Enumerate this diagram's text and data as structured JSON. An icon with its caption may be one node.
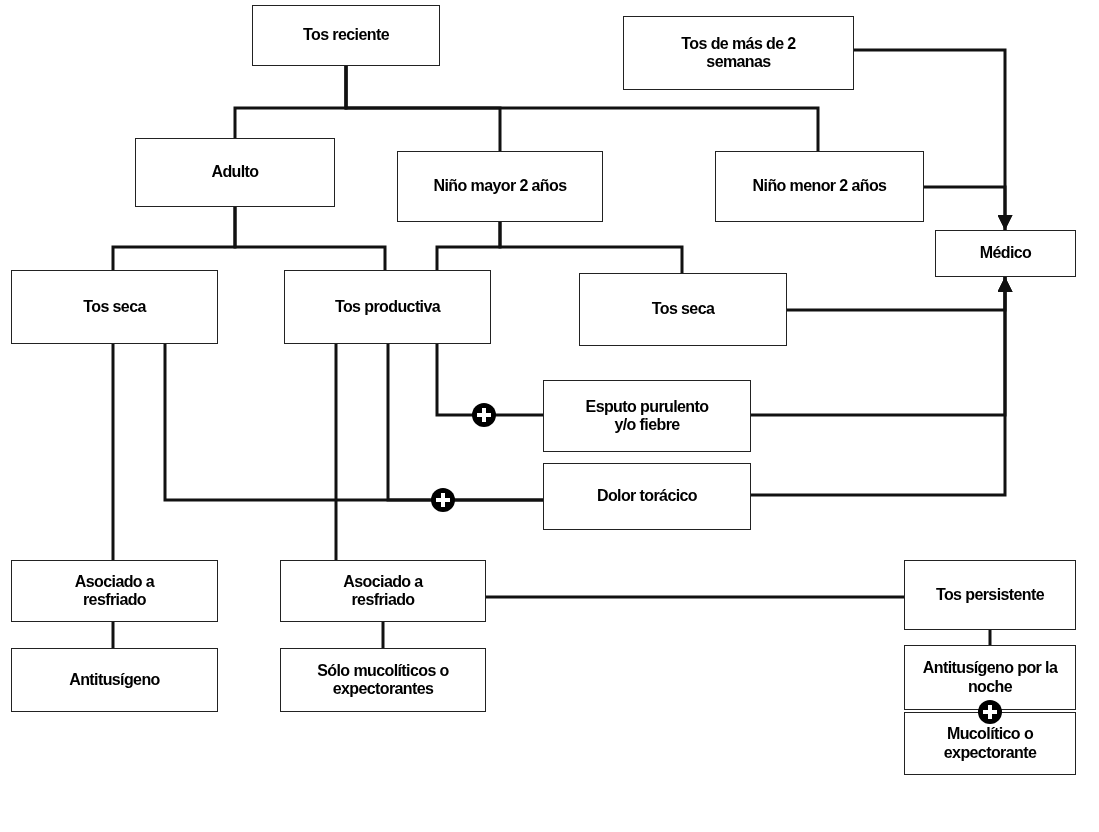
{
  "diagram": {
    "nodes": [
      {
        "text": [
          "Tos reciente"
        ]
      },
      {
        "text": [
          "Tos  de más de 2 semanas"
        ]
      },
      {
        "text": [
          "Adulto"
        ]
      },
      {
        "text": [
          "Niño mayor 2 años"
        ]
      },
      {
        "text": [
          "Niño menor 2 años"
        ]
      },
      {
        "text": [
          "Médico"
        ]
      },
      {
        "text": [
          "Tos seca"
        ]
      },
      {
        "text": [
          "Tos productiva"
        ]
      },
      {
        "text": [
          "Tos seca"
        ]
      },
      {
        "text": [
          "Esputo purulento y/o fiebre"
        ]
      },
      {
        "text": [
          "Dolor torácico"
        ]
      },
      {
        "text": [
          "Asociado a resfriado"
        ]
      },
      {
        "text": [
          "Asociado a resfriado"
        ]
      },
      {
        "text": [
          "Tos persistente"
        ]
      },
      {
        "text": [
          "Antitusígeno"
        ]
      },
      {
        "text": [
          "Sólo mucolíticos o expectorantes"
        ]
      },
      {
        "text": [
          "Antitusígeno por la noche"
        ]
      },
      {
        "text": [
          "Mucolítico o expectorante"
        ]
      }
    ],
    "edges": [
      {
        "from": 0,
        "to": 2,
        "arrow": "none"
      },
      {
        "from": 0,
        "to": 3,
        "arrow": "none"
      },
      {
        "from": 0,
        "to": 4,
        "arrow": "none"
      },
      {
        "from": 2,
        "to": 6,
        "arrow": "none"
      },
      {
        "from": 2,
        "to": 7,
        "arrow": "none"
      },
      {
        "from": 3,
        "to": 7,
        "arrow": "none"
      },
      {
        "from": 3,
        "to": 8,
        "arrow": "none"
      },
      {
        "from": 6,
        "to": 11,
        "arrow": "none"
      },
      {
        "from": 6,
        "to": 10,
        "arrow": "none"
      },
      {
        "from": 7,
        "to": 10,
        "arrow": "none"
      },
      {
        "from": 7,
        "to": 12,
        "arrow": "none"
      },
      {
        "from": 7,
        "to": 9,
        "arrow": "none"
      },
      {
        "from": 11,
        "to": 14,
        "arrow": "none"
      },
      {
        "from": 12,
        "to": 15,
        "arrow": "none"
      },
      {
        "from": 12,
        "to": 13,
        "arrow": "none"
      },
      {
        "from": 13,
        "to": 16,
        "arrow": "none"
      },
      {
        "from": 1,
        "to": 5,
        "arrow": "to"
      },
      {
        "from": 4,
        "to": 5,
        "arrow": "to"
      },
      {
        "from": 8,
        "to": 5,
        "arrow": "to"
      },
      {
        "from": 9,
        "to": 5,
        "arrow": "to"
      },
      {
        "from": 10,
        "to": 5,
        "arrow": "to"
      }
    ]
  }
}
